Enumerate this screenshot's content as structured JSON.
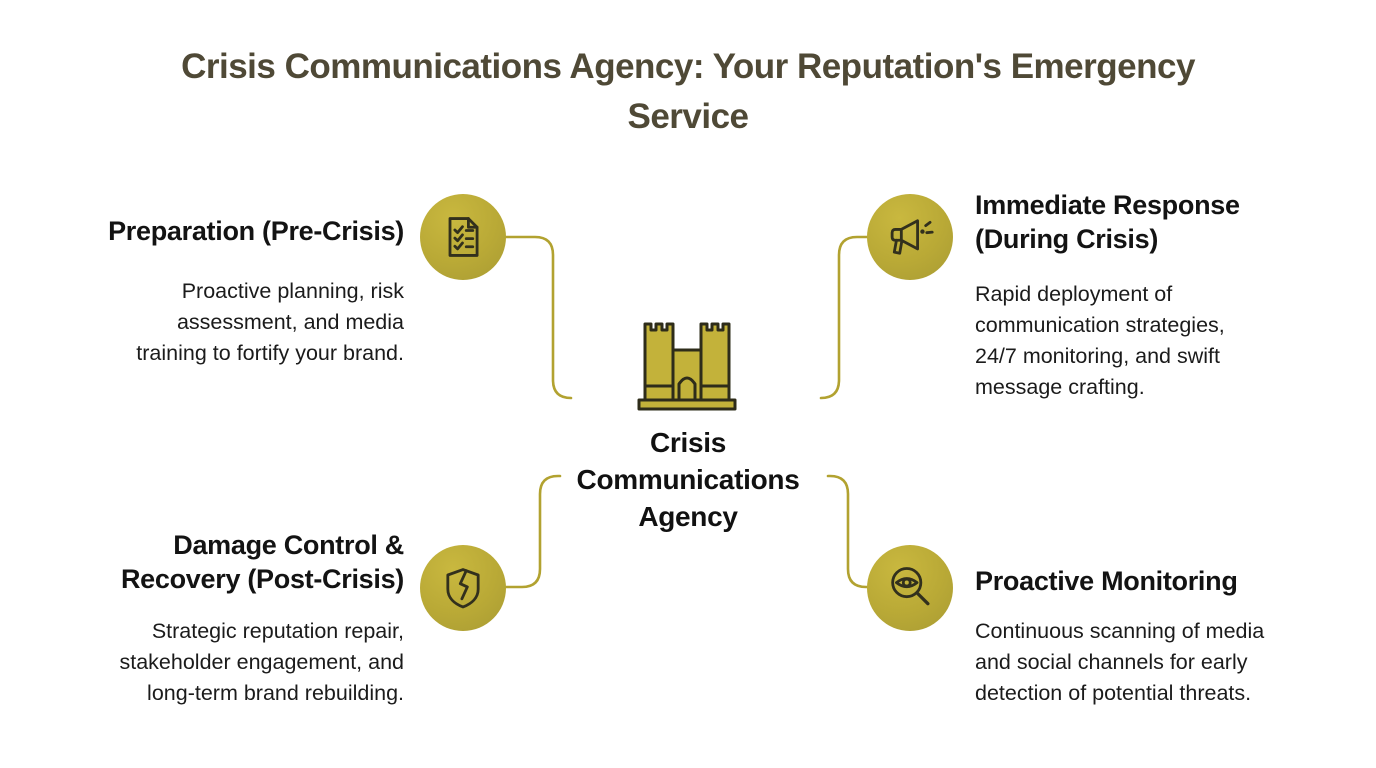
{
  "title": "Crisis Communications Agency: Your Reputation's Emergency Service",
  "center": {
    "label": "Crisis\nCommunications\nAgency",
    "icon": "castle-fortress-icon"
  },
  "nodes": [
    {
      "id": "preparation",
      "position": "top-left",
      "heading": "Preparation (Pre-Crisis)",
      "body": "Proactive planning, risk\nassessment, and media\ntraining to fortify your brand.",
      "icon": "checklist-document-icon"
    },
    {
      "id": "immediate-response",
      "position": "top-right",
      "heading": "Immediate Response\n(During Crisis)",
      "body": "Rapid deployment of\ncommunication strategies,\n24/7 monitoring, and swift\nmessage crafting.",
      "icon": "megaphone-icon"
    },
    {
      "id": "damage-control-recovery",
      "position": "bottom-left",
      "heading": "Damage Control &\nRecovery (Post-Crisis)",
      "body": "Strategic reputation repair,\nstakeholder engagement, and\nlong-term brand rebuilding.",
      "icon": "broken-shield-icon"
    },
    {
      "id": "proactive-monitoring",
      "position": "bottom-right",
      "heading": "Proactive Monitoring",
      "body": "Continuous scanning of media\nand social channels for early\ndetection of potential threats.",
      "icon": "magnifier-eye-icon"
    }
  ],
  "colors": {
    "background": "#ffffff",
    "accent_gold": "#b9a936",
    "connector_gold": "#b2a230",
    "icon_stroke": "#32301d",
    "castle_fill": "#c3b23a",
    "title_text": "#4f4936",
    "heading_text": "#131313",
    "body_text": "#1b1b1b"
  }
}
